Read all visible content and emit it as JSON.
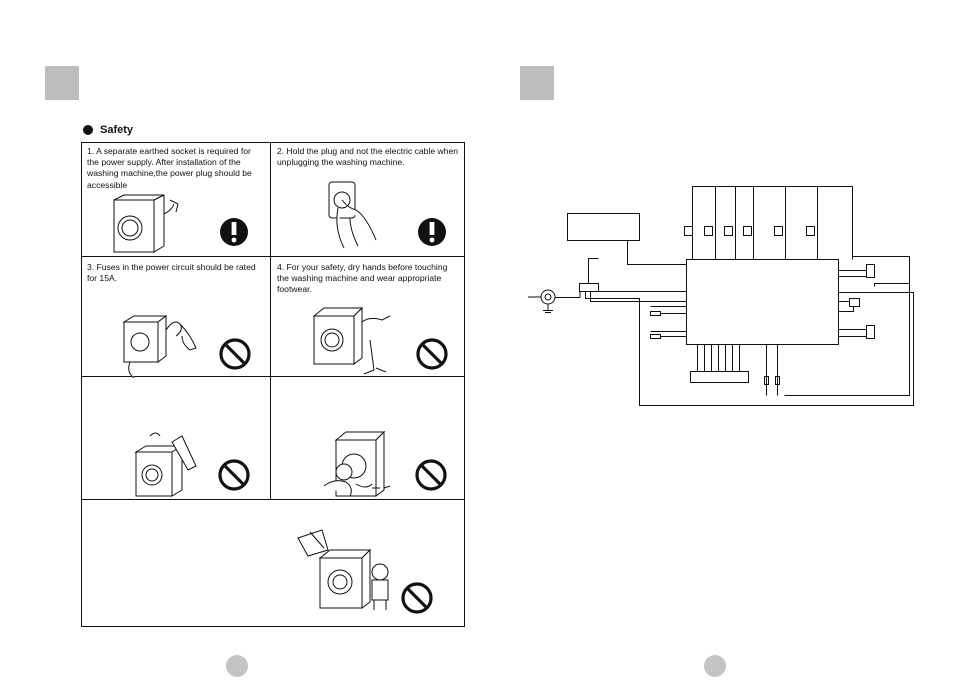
{
  "left_page": {
    "heading": "Safety",
    "items": [
      {
        "text": "1. A separate earthed socket is required for the power supply. After installation of the washing machine,the power plug should be accessible",
        "sign": "mandatory-icon"
      },
      {
        "text": "2. Hold the plug and not the electric cable when unplugging the washing machine.",
        "sign": "mandatory-icon"
      },
      {
        "text": "3. Fuses in the power circuit should be rated for 15A.",
        "sign": "prohibition-icon"
      },
      {
        "text": "4. For your safety, dry hands before touching the washing machine and wear appropriate footwear.",
        "sign": "prohibition-icon"
      },
      {
        "text": "",
        "sign": "prohibition-icon"
      },
      {
        "text": "",
        "sign": "prohibition-icon"
      },
      {
        "text": "",
        "sign": "prohibition-icon"
      }
    ]
  },
  "right_page": {
    "diagram": "wiring-diagram"
  },
  "colors": {
    "square": "#bdbdbd",
    "circle": "#c4c4c4",
    "line": "#111111"
  }
}
